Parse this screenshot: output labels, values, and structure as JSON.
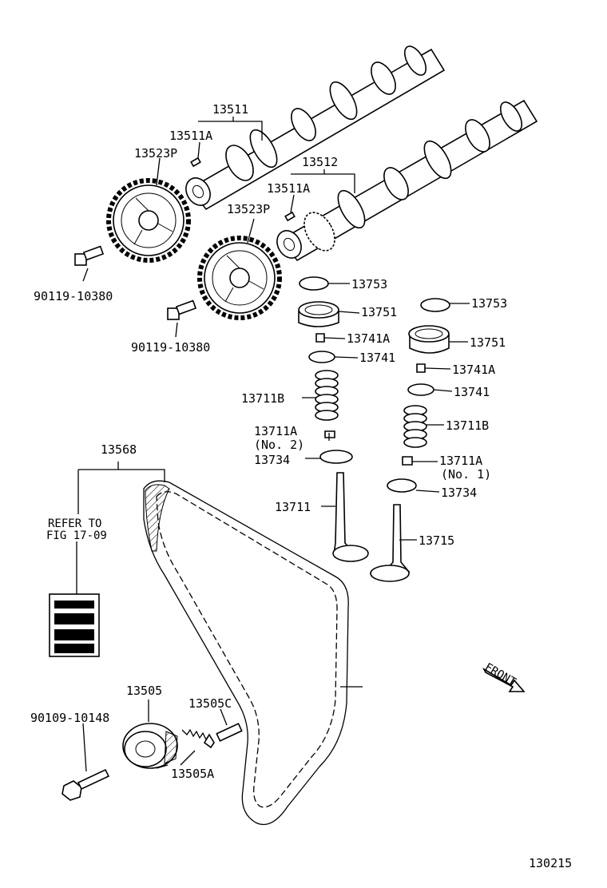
{
  "labels": {
    "cam_ex": "13511",
    "pin_ex": "13511A",
    "sprocket_ex": "13523P",
    "cam_in": "13512",
    "pin_in": "13511A",
    "sprocket_in": "13523P",
    "bolt_left": "90119-10380",
    "bolt_mid": "90119-10380",
    "shim_a": "13753",
    "lifter_a": "13751",
    "keeper_a": "13741A",
    "retainer_a": "13741",
    "spring_a": "13711B",
    "seal_a": "13711A",
    "seal_a_note": "(No. 2)",
    "seat_a": "13734",
    "valve_a": "13711",
    "shim_b": "13753",
    "lifter_b": "13751",
    "keeper_b": "13741A",
    "retainer_b": "13741",
    "spring_b": "13711B",
    "seal_b": "13711A",
    "seal_b_note": "(No. 1)",
    "seat_b": "13734",
    "valve_b": "13715",
    "belt": "13568",
    "refer": "REFER TO",
    "refer_fig": "FIG 17-09",
    "tensioner": "13505",
    "tensioner_bolt": "90109-10148",
    "tensioner_pin": "13505C",
    "tensioner_spring": "13505A",
    "front": "FRONT",
    "fig_no": "130215"
  }
}
